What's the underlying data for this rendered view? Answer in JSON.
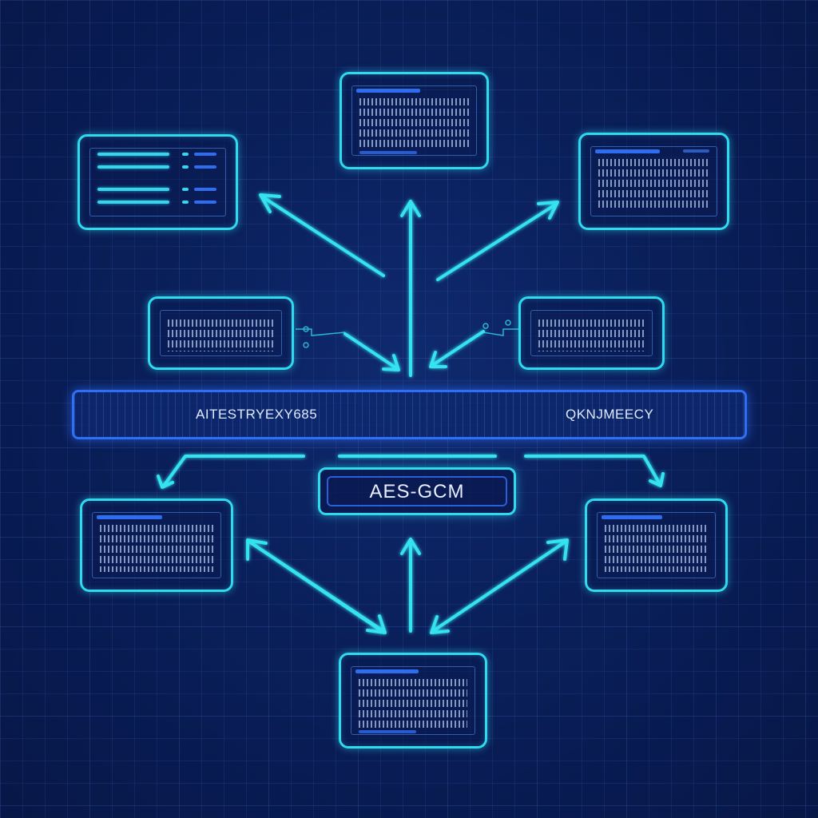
{
  "diagram": {
    "bus_left_label": "AITESTRYEXY685",
    "bus_right_label": "QKNJMEECY",
    "center_label": "AES-GCM"
  },
  "colors": {
    "background": "#0a1f5a",
    "node_border": "#2fd9ee",
    "arrow": "#34e2f0",
    "bus_border": "#2f6ff5",
    "panel_accent": "#2e6cf0"
  },
  "nodes": [
    {
      "name": "top-center"
    },
    {
      "name": "top-left-list"
    },
    {
      "name": "top-right"
    },
    {
      "name": "mid-left"
    },
    {
      "name": "mid-right"
    },
    {
      "name": "bottom-left"
    },
    {
      "name": "bottom-right"
    },
    {
      "name": "bottom-center"
    }
  ]
}
